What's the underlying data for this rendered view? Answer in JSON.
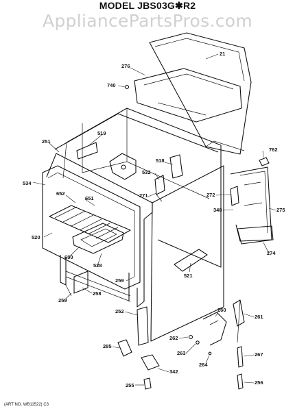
{
  "diagram": {
    "title": "MODEL JBS03G✱R2",
    "watermark": "AppliancePartsPros.com",
    "art_number": "(ART NO. WB11522) C3",
    "callouts": {
      "c21": "21",
      "c276": "276",
      "c740": "740",
      "c519": "519",
      "c251": "251",
      "c518": "518",
      "c762": "762",
      "c532": "532",
      "c534": "534",
      "c652": "652",
      "c651": "651",
      "c271": "271",
      "c272": "272",
      "c275": "275",
      "c348": "348",
      "c520": "520",
      "c274": "274",
      "c650": "650",
      "c528": "528",
      "c521": "521",
      "c259a": "259",
      "c259b": "259",
      "c258": "258",
      "c252": "252",
      "c260": "260",
      "c261": "261",
      "c262": "262",
      "c285": "285",
      "c263": "263",
      "c267": "267",
      "c342": "342",
      "c264": "264",
      "c255": "255",
      "c256": "256"
    }
  }
}
